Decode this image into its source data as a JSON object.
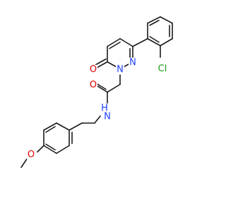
{
  "molecule": {
    "atoms": {
      "chlorine": {
        "symbol": "Cl",
        "color": "#1a9e1a"
      },
      "ring_oxygen_carbonyl": {
        "symbol": "O",
        "color": "#e00000"
      },
      "pyridazine_n1": {
        "symbol": "N",
        "color": "#1f3fff"
      },
      "pyridazine_n2": {
        "symbol": "N",
        "color": "#1f3fff"
      },
      "amide_oxygen": {
        "symbol": "O",
        "color": "#e00000"
      },
      "amide_nh": {
        "symbol": "H",
        "color": "#1f3fff"
      },
      "amide_n": {
        "symbol": "N",
        "color": "#1f3fff"
      },
      "methoxy_oxygen": {
        "symbol": "O",
        "color": "#e00000"
      }
    },
    "bond_color": "#1a1a1a"
  }
}
